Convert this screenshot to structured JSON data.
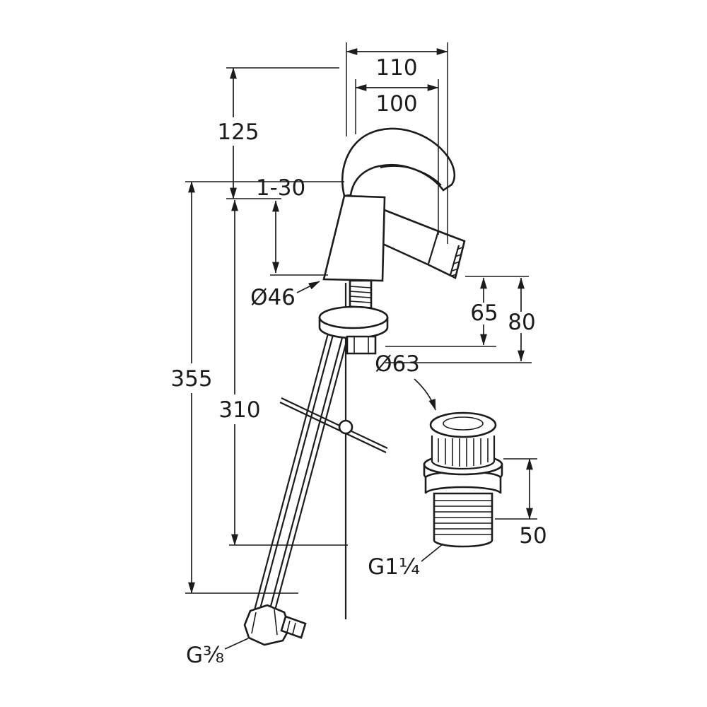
{
  "meta": {
    "background_color": "#ffffff",
    "line_color": "#1c1c1c",
    "drawing_type": "dimensioned technical line drawing of a single-lever mixer tap with pop-up waste and supply hoses"
  },
  "labels": {
    "overall_depth": "110",
    "spout_reach": "100",
    "height_above_deck": "125",
    "deck_thickness_range": "1-30",
    "body_diameter": "Ø46",
    "outlet_height": "65",
    "spout_height": "80",
    "overall_height": "355",
    "height_below_deck": "310",
    "waste_cap_diameter": "Ø63",
    "waste_height": "50",
    "waste_thread": "G1¼",
    "supply_thread": "G⅜"
  }
}
